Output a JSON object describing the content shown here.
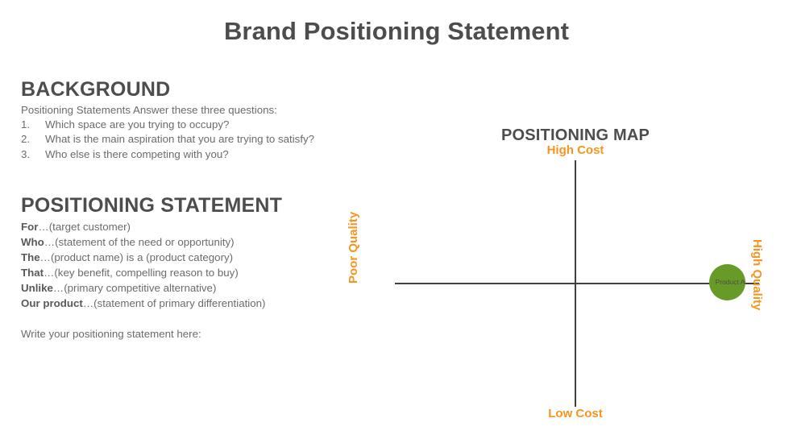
{
  "page": {
    "title": "Brand Positioning Statement"
  },
  "background": {
    "heading": "BACKGROUND",
    "intro": "Positioning Statements Answer these three questions:",
    "questions": [
      {
        "num": "1.",
        "text": "Which space are you trying to occupy?"
      },
      {
        "num": "2.",
        "text": "What is the main aspiration that you are trying to satisfy?"
      },
      {
        "num": "3.",
        "text": "Who else is there competing with you?"
      }
    ]
  },
  "statement": {
    "heading": "POSITIONING STATEMENT",
    "lines": [
      {
        "lead": "For",
        "rest": "…(target customer)"
      },
      {
        "lead": "Who",
        "rest": "…(statement of the need or opportunity)"
      },
      {
        "lead": "The",
        "rest": "…(product name) is a (product category)"
      },
      {
        "lead": "That",
        "rest": "…(key benefit, compelling reason to buy)"
      },
      {
        "lead": "Unlike",
        "rest": "…(primary competitive alternative)"
      },
      {
        "lead": "Our product",
        "rest": "…(statement of primary differentiation)"
      }
    ],
    "write_prompt": "Write your positioning statement here:"
  },
  "map": {
    "title": "POSITIONING MAP",
    "axis_color": "#f7941e",
    "line_color": "#3f3f3f",
    "labels": {
      "top": "High Cost",
      "bottom": "Low Cost",
      "left": "Poor Quality",
      "right": "High Quality"
    },
    "bubbles": [
      {
        "label": "Product A",
        "color": "#679a27",
        "x": 462,
        "y": 175,
        "size": 45,
        "quadrant": "high-quality / low-cost"
      }
    ]
  },
  "chart_data": {
    "type": "scatter",
    "title": "POSITIONING MAP",
    "xlabel": "Quality",
    "ylabel": "Cost",
    "xlim": [
      -1,
      1
    ],
    "ylim": [
      -1,
      1
    ],
    "grid": false,
    "axis_annotations": {
      "x_negative": "Poor Quality",
      "x_positive": "High Quality",
      "y_positive": "High Cost",
      "y_negative": "Low Cost"
    },
    "series": [
      {
        "name": "Product A",
        "color": "#679a27",
        "points": [
          {
            "label": "Product A",
            "x": 0.84,
            "y": -0.13,
            "size": 45
          }
        ]
      }
    ]
  }
}
